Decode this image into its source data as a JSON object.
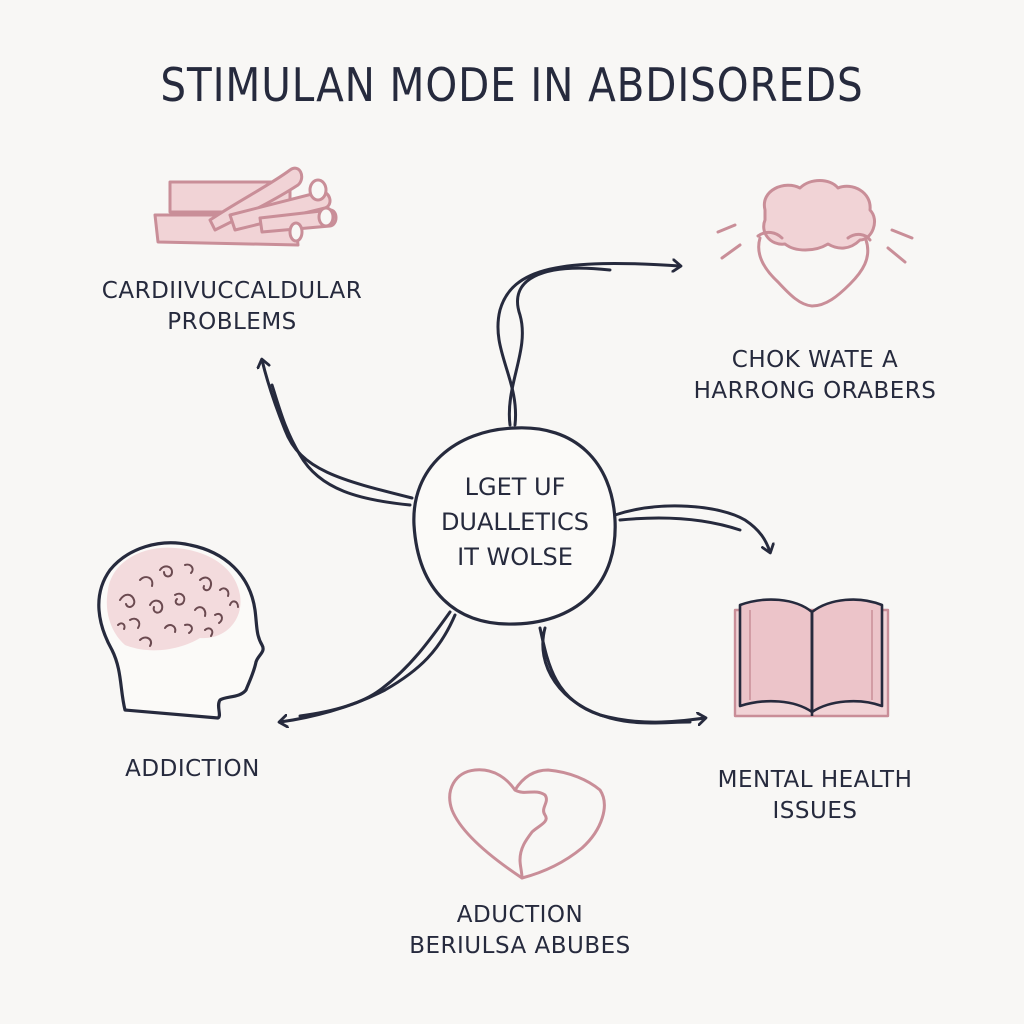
{
  "title": "STIMULAN MODE IN ABDISOREDS",
  "center": {
    "lines": [
      "LGET UF",
      "DUALLETICS",
      "IT WOLSE"
    ]
  },
  "nodes": {
    "cardio": {
      "lines": [
        "CARDIIVUCCALDULAR",
        "PROBLEMS"
      ],
      "icon": "pill-rolls-icon"
    },
    "chok": {
      "lines": [
        "CHOK WATE A",
        "HARRONG ORABERS"
      ],
      "icon": "cloud-head-icon"
    },
    "addiction": {
      "lines": [
        "ADDICTION"
      ],
      "icon": "brain-head-icon"
    },
    "mental": {
      "lines": [
        "MENTAL HEALTH",
        "ISSUES"
      ],
      "icon": "open-book-icon"
    },
    "aduction": {
      "lines": [
        "ADUCTION",
        "BERIULSA ABUBES"
      ],
      "icon": "broken-heart-icon"
    }
  },
  "colors": {
    "ink": "#262a3d",
    "pink_fill": "#f1d3d6",
    "pink_stroke": "#c98e98",
    "background": "#f8f7f5"
  }
}
